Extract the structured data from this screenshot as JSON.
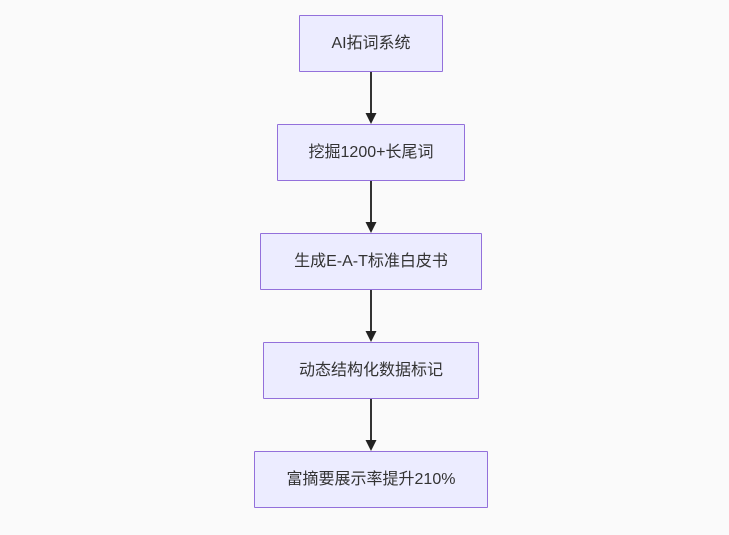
{
  "page": {
    "background_color": "#fafafa"
  },
  "chart_data": {
    "type": "flowchart",
    "direction": "top-down",
    "node_fill_color": "#ECECFF",
    "node_border_color": "#9370DB",
    "node_text_color": "#333333",
    "arrow_color": "#333333",
    "nodes": [
      {
        "id": "n0",
        "label": "AI拓词系统"
      },
      {
        "id": "n1",
        "label": "挖掘1200+长尾词"
      },
      {
        "id": "n2",
        "label": "生成E-A-T标准白皮书"
      },
      {
        "id": "n3",
        "label": "动态结构化数据标记"
      },
      {
        "id": "n4",
        "label": "富摘要展示率提升210%"
      }
    ],
    "edges": [
      {
        "from": "n0",
        "to": "n1"
      },
      {
        "from": "n1",
        "to": "n2"
      },
      {
        "from": "n2",
        "to": "n3"
      },
      {
        "from": "n3",
        "to": "n4"
      }
    ]
  }
}
